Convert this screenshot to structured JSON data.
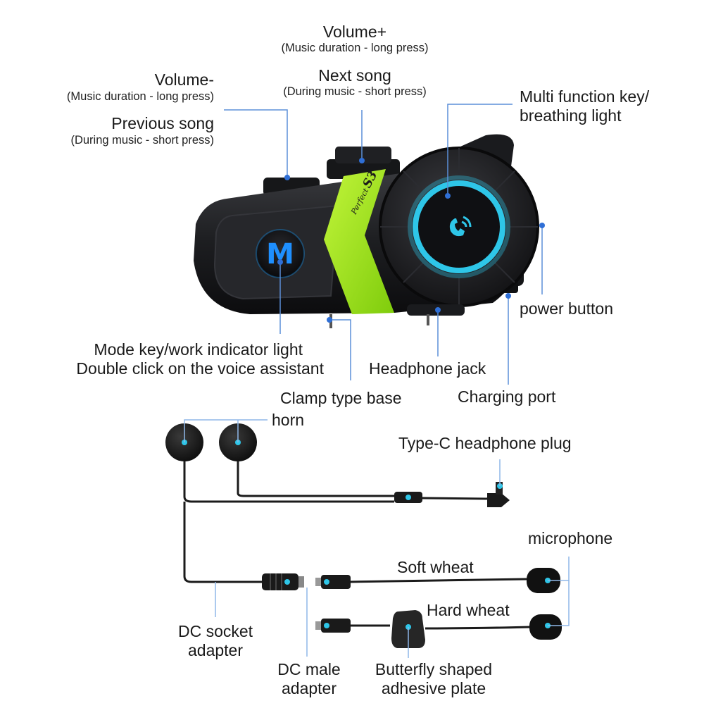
{
  "colors": {
    "callout_line": "#5b8fd8",
    "callout_dot": "#2f6fd6",
    "device_body": "#202124",
    "accent_green": "#9ee11b",
    "ring_glow": "#2ec6e8"
  },
  "device": {
    "model_brand": "Perfect",
    "model_name": "S3",
    "mode_key_letter": "M"
  },
  "labels": {
    "volume_up": "Volume+",
    "volume_up_sub": "(Music duration - long press)",
    "next_song": "Next song",
    "next_song_sub": "(During music - short press)",
    "volume_down": "Volume-",
    "volume_down_sub": "(Music duration - long press)",
    "previous_song": "Previous song",
    "previous_song_sub": "(During music - short press)",
    "multi_function_1": "Multi function key/",
    "multi_function_2": "breathing light",
    "power_button": "power button",
    "mode_key_1": "Mode key/work indicator light",
    "mode_key_2": "Double click on the voice assistant",
    "headphone_jack": "Headphone jack",
    "clamp_base": "Clamp type base",
    "charging_port": "Charging port",
    "horn": "horn",
    "type_c_plug": "Type-C headphone plug",
    "microphone": "microphone",
    "soft_wheat": "Soft wheat",
    "hard_wheat": "Hard wheat",
    "dc_socket_1": "DC socket",
    "dc_socket_2": "adapter",
    "dc_male_1": "DC male",
    "dc_male_2": "adapter",
    "butterfly_1": "Butterfly shaped",
    "butterfly_2": "adhesive plate"
  },
  "icons": {
    "multi_function": "phone-call-icon",
    "mode_key": "letter-m-icon"
  }
}
